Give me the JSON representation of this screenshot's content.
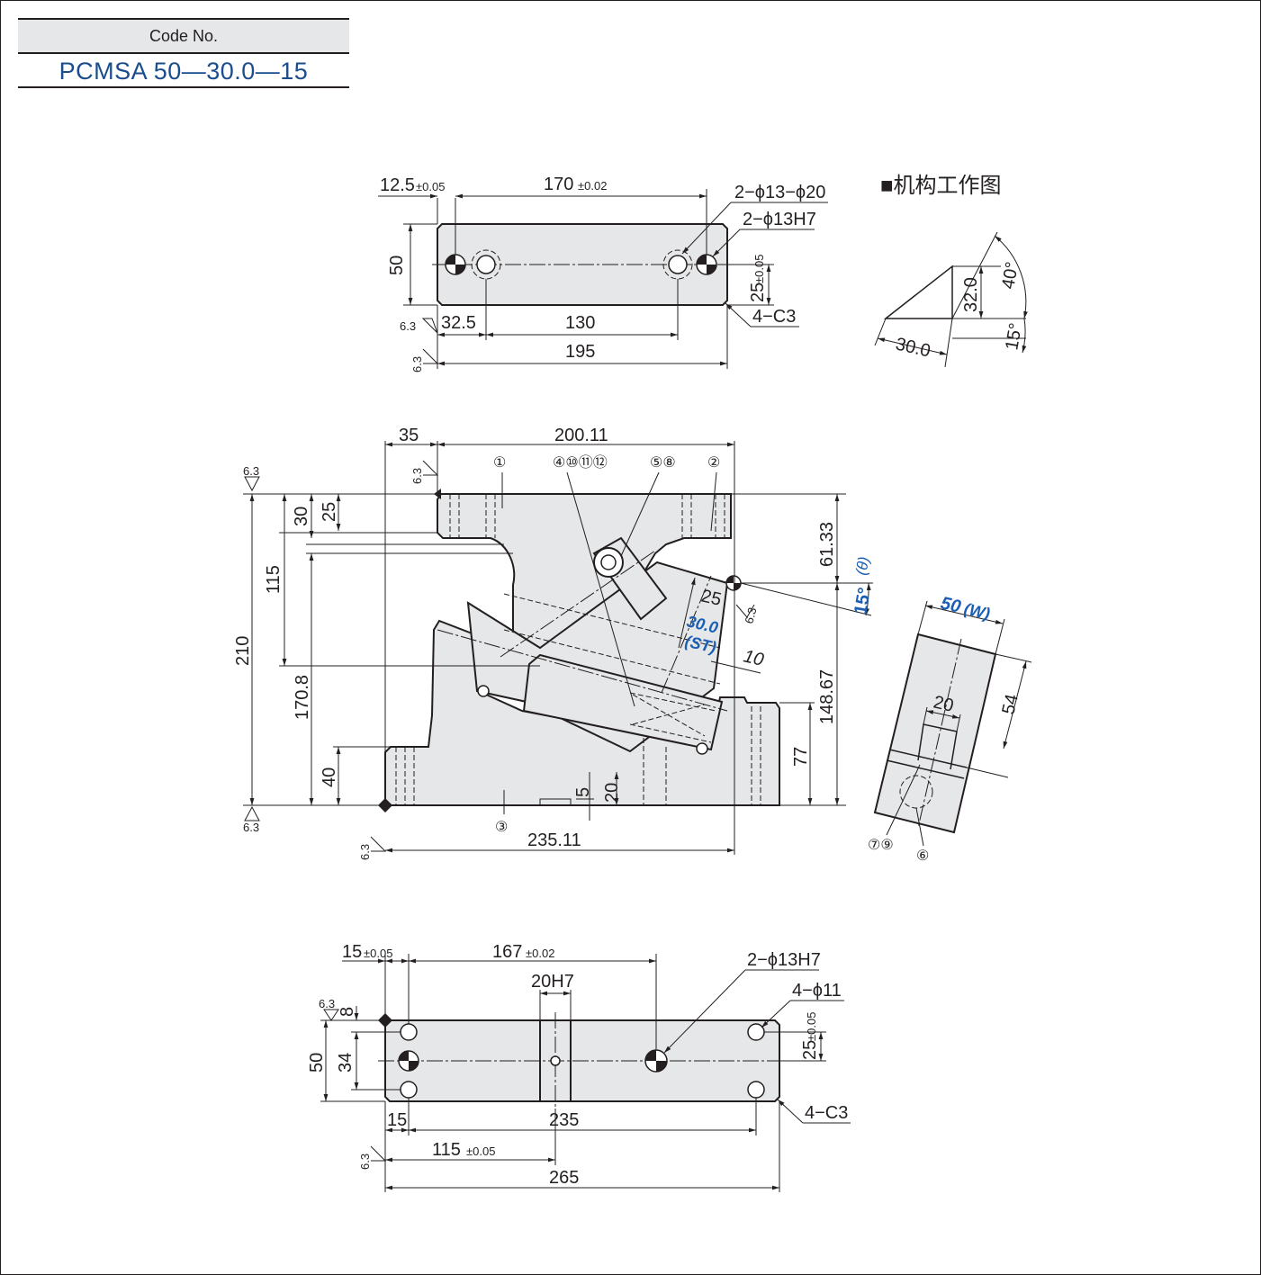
{
  "code": {
    "header": "Code No.",
    "value": "PCMSA 50—30.0—15"
  },
  "top_view": {
    "dim_offset": "12.5",
    "dim_offset_tol": "±0.05",
    "dim_pitch": "170",
    "dim_pitch_tol": "±0.02",
    "dim_height": "50",
    "dim_hole_y": "25",
    "dim_hole_y_tol": "±0.05",
    "dim_left": "32.5",
    "dim_mid": "130",
    "dim_total": "195",
    "callout_holes": "2−ϕ13−ϕ20",
    "callout_pins": "2−ϕ13H7",
    "callout_chamfer": "4−C3",
    "roughness": "6.3"
  },
  "mechanism": {
    "title": "■机构工作图",
    "dim_stroke": "30.0",
    "dim_rise": "32.0",
    "angle_40": "40°",
    "angle_15": "15°"
  },
  "front_view": {
    "dim_35": "35",
    "dim_200": "200.11",
    "dim_30": "30",
    "dim_25": "25",
    "dim_115": "115",
    "dim_210": "210",
    "dim_170": "170.8",
    "dim_40": "40",
    "dim_61": "61.33",
    "dim_148": "148.67",
    "dim_77": "77",
    "dim_5": "5",
    "dim_20": "20",
    "dim_235": "235.11",
    "dim_25b": "25",
    "dim_10": "10",
    "angle_label": "15°",
    "angle_theta": "(θ)",
    "stroke_label": "30.0",
    "stroke_st": "(ST)",
    "balloons": [
      "①",
      "④⑩⑪⑫",
      "⑤⑧",
      "②",
      "③"
    ],
    "roughness": "6.3"
  },
  "side_view": {
    "width_label": "50",
    "width_w": "(W)",
    "dim_54": "54",
    "dim_20": "20",
    "balloons_left": "⑦⑨",
    "balloon_right": "⑥"
  },
  "bottom_view": {
    "dim_15": "15",
    "dim_15_tol": "±0.05",
    "dim_167": "167",
    "dim_167_tol": "±0.02",
    "dim_20h7": "20H7",
    "callout_pins": "2−ϕ13H7",
    "callout_holes": "4−ϕ11",
    "dim_8": "8",
    "dim_50": "50",
    "dim_34": "34",
    "dim_25": "25",
    "dim_25_tol": "±0.05",
    "dim_15b": "15",
    "dim_235": "235",
    "dim_115": "115",
    "dim_115_tol": "±0.05",
    "dim_265": "265",
    "callout_chamfer": "4−C3",
    "roughness": "6.3"
  }
}
